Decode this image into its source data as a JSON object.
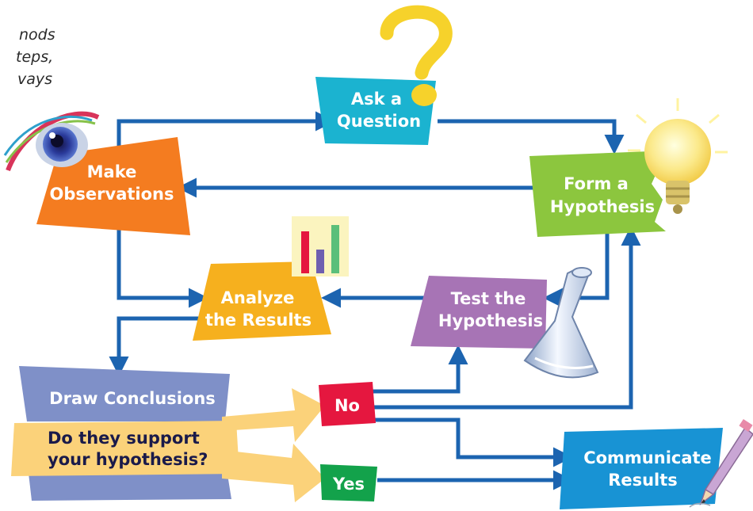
{
  "intro_lines": [
    "nods",
    "teps,",
    "vays"
  ],
  "steps": {
    "ask": [
      "Ask a",
      "Question"
    ],
    "observe": [
      "Make",
      "Observations"
    ],
    "hypothesis": [
      "Form a",
      "Hypothesis"
    ],
    "analyze": [
      "Analyze",
      "the Results"
    ],
    "test": [
      "Test the",
      "Hypothesis"
    ],
    "conclude": [
      "Draw Conclusions"
    ],
    "support": [
      "Do they support",
      "your hypothesis?"
    ],
    "no": "No",
    "yes": "Yes",
    "communicate": [
      "Communicate",
      "Results"
    ]
  },
  "colors": {
    "ask": "#1bb3d0",
    "observe": "#f47c20",
    "hypothesis": "#8cc63e",
    "analyze": "#f6b01e",
    "test": "#a774b5",
    "conclude": "#7f90c8",
    "support": "#fbd27a",
    "no": "#e5173f",
    "yes": "#13a24b",
    "communicate": "#1893d4",
    "arrow": "#1c64b0",
    "question_mark": "#f6d22b"
  },
  "icons": [
    "question-mark-icon",
    "eye-icon",
    "light-bulb-icon",
    "bar-chart-icon",
    "flask-icon",
    "pencil-icon"
  ]
}
